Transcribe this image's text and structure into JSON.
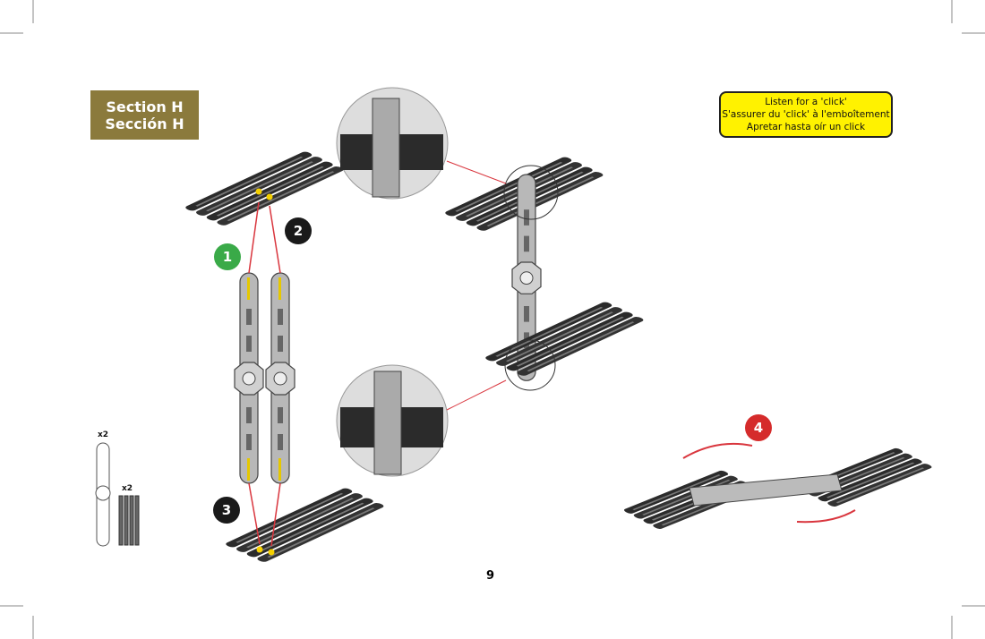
{
  "section": {
    "line1": "Section H",
    "line2": "Sección H"
  },
  "note": {
    "line1": "Listen for a 'click'",
    "line2": "S'assurer du 'click' à l'emboîtement",
    "line3": "Apretar hasta oír un click"
  },
  "steps": [
    "1",
    "2",
    "3",
    "4"
  ],
  "parts": [
    {
      "qty": "x2"
    },
    {
      "qty": "x2"
    }
  ],
  "page_number": "9",
  "colors": {
    "section_bg": "#8b7a3c",
    "note_bg": "#fff200",
    "step1": "#3aaa48",
    "step4": "#d52b2b",
    "arrow": "#d9363e"
  }
}
